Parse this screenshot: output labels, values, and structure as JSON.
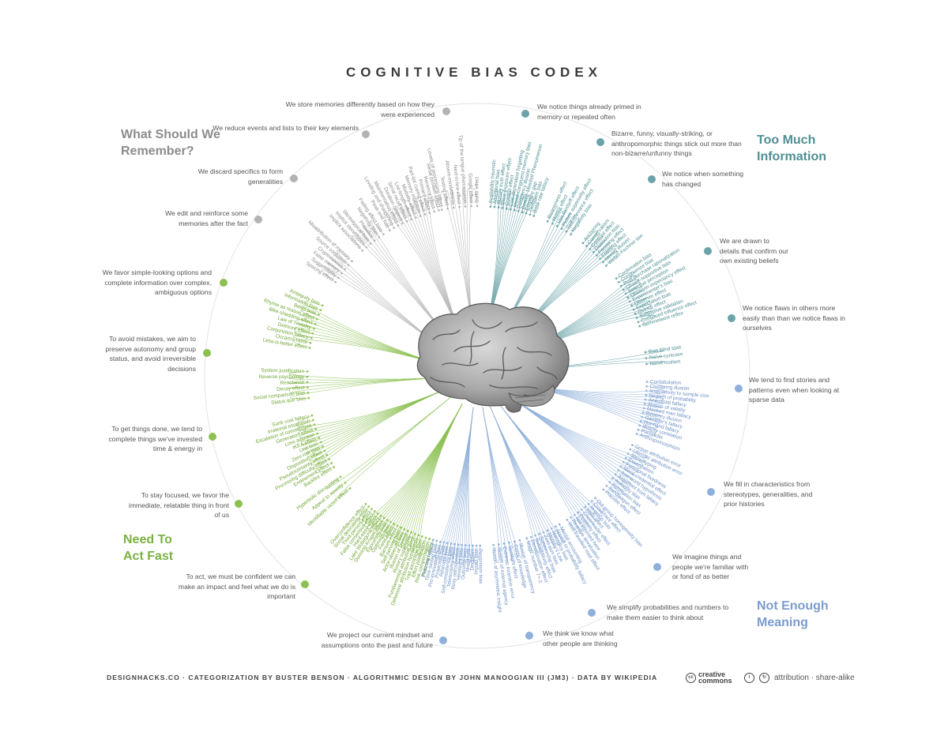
{
  "title": "COGNITIVE BIAS CODEX",
  "quadrants": {
    "remember": "What Should We Remember?",
    "info": "Too Much Information",
    "act": "Need To Act Fast",
    "meaning": "Not Enough Meaning"
  },
  "colors": {
    "remember": "#b3b3b3",
    "info": "#6aa3a8",
    "act": "#8cc152",
    "meaning": "#8fb0da",
    "title": "#3a3a3a"
  },
  "categories": {
    "c1": "We store memories differently based on how they were experienced",
    "c2": "We reduce events and lists to their key elements",
    "c3": "We discard specifics to form generalities",
    "c4": "We edit and reinforce some memories after the fact",
    "c5": "We favor simple-looking options and complete information over complex, ambiguous options",
    "c6": "To avoid mistakes, we aim to preserve autonomy and group status, and avoid irreversible decisions",
    "c7": "To get things done, we tend to complete things we've invested time & energy in",
    "c8": "To stay focused, we favor the immediate, relatable thing in front of us",
    "c9": "To act, we must be confident we can make an impact and feel what we do is important",
    "c10": "We project our current mindset and assumptions onto the past and future",
    "c11": "We think we know what other people are thinking",
    "c12": "We simplify probabilities and numbers to make them easier to think about",
    "c13": "We imagine things and people we're familiar with or fond of as better",
    "c14": "We fill in characteristics from stereotypes, generalities, and prior histories",
    "c15": "We tend to find stories and patterns even when looking at sparse data",
    "c16": "We notice flaws in others more easily than than we notice flaws in ourselves",
    "c17": "We are drawn to details that confirm our own existing beliefs",
    "c18": "We notice when something has changed",
    "c19": "Bizarre, funny, visually-striking, or anthropomorphic things stick out more than non-bizarre/unfunny things",
    "c20": "We notice things already primed in memory or repeated often"
  },
  "biases": {
    "b1": [
      "Levels of processing effect",
      "Testing effect",
      "Absent-mindedness",
      "Next-in-line effect",
      "Tip of the tongue phenomenon",
      "Google effect",
      "Suffix effect"
    ],
    "b2": [
      "Peak-end rule",
      "Leveling and sharpening",
      "Misinformation effect",
      "Duration neglect",
      "Serial recall effect",
      "List-length effect",
      "Modality effect",
      "Memory inhibition",
      "Part-list cueing effect",
      "Primacy effect",
      "Recency effect",
      "Serial position effect"
    ],
    "b3": [
      "Implicit associations",
      "Implicit stereotypes",
      "Stereotypical bias",
      "Prejudice",
      "Negativity bias",
      "Fading affect bias"
    ],
    "b4": [
      "Spacing effect",
      "Suggestibility",
      "False memory",
      "Cryptomnesia",
      "Source confusion",
      "Misattribution of memory"
    ],
    "b5": [
      "Less-is-better effect",
      "Occam's razor",
      "Conjunction fallacy",
      "Delmore effect",
      "Law of Triviality",
      "Bike-shedding effect",
      "Rhyme as reason effect",
      "Belief bias",
      "Information bias",
      "Ambiguity bias"
    ],
    "b6": [
      "Status quo bias",
      "Social comparison bias",
      "Decoy effect",
      "Reactance",
      "Reverse psychology",
      "System justification"
    ],
    "b7": [
      "Backfire effect",
      "Endowment effect",
      "Processing difficulty effect",
      "Pseudocertainty effect",
      "Disposition effect",
      "Zero-risk bias",
      "Unit bias",
      "IKEA effect",
      "Loss aversion",
      "Generation effect",
      "Escalation of commitment",
      "Irrational escalation",
      "Sunk cost fallacy"
    ],
    "b8": [
      "Identifiable victim effect",
      "Appeal to novelty",
      "Hyperbolic discounting"
    ],
    "b9": [
      "Peltzman effect",
      "Risk compensation",
      "Effort justification",
      "Trait ascription bias",
      "Defensive attribution hypothesis",
      "Fundamental attribution error",
      "Illusory superiority",
      "Illusion of control",
      "Actor-observer bias",
      "Self-serving bias",
      "Barnum effect",
      "Forer effect",
      "Optimism bias",
      "Egocentric bias",
      "Dunning-Kruger effect",
      "Lake Wobegone effect",
      "Hard-easy effect",
      "False consensus effect",
      "Third-person effect",
      "Social desirability bias",
      "Overconfidence effect"
    ],
    "b10": [
      "Pessimism bias",
      "Impact bias",
      "Declinism",
      "Moral luck",
      "Outcome bias",
      "Hindsight bias",
      "Rosy retrospection",
      "Telescoping effect",
      "Self-consistency bias",
      "Restraint bias",
      "Projection bias",
      "Pro-innovation bias",
      "Time-saving bias",
      "Planning fallacy"
    ],
    "b11": [
      "Illusion of transparency",
      "Curse of knowledge",
      "Spotlight effect",
      "Extrinsic incentive error",
      "Illusion of external agency",
      "Illusion of asymmetric insight"
    ],
    "b12": [
      "Mental accounting",
      "Appeal to probability fallacy",
      "Normalcy bias",
      "Murphy's Law",
      "Zero sum bias",
      "Survivorship bias",
      "Subadditivity effect",
      "Denomination effect",
      "Magic number 7+-2"
    ],
    "b13": [
      "Out-group homogeneity bias",
      "Cross-race effect",
      "In-group bias",
      "Halo effect",
      "Cheerleader effect",
      "Positivity effect",
      "Not invented here",
      "Reactive devaluation",
      "Well-travelled road effect"
    ],
    "b14": [
      "Group attribution error",
      "Ultimate attribution error",
      "Stereotyping",
      "Essentialism",
      "Functional fixedness",
      "Moral credential effect",
      "Just-world hypothesis",
      "Argument from fallacy",
      "Authority bias",
      "Automation bias",
      "Bandwagon effect",
      "Placebo effect"
    ],
    "b15": [
      "Confabulation",
      "Clustering illusion",
      "Insensitivity to sample size",
      "Neglect of probability",
      "Anecdotal fallacy",
      "Illusion of validity",
      "Masked man fallacy",
      "Recency illusion",
      "Gambler's fallacy",
      "Hot-hand fallacy",
      "Illusory correlation",
      "Pareidolia",
      "Anthropomorphism"
    ],
    "b16": [
      "Bias blind spot",
      "Naïve cynicism",
      "Naïve realism"
    ],
    "b17": [
      "Confirmation bias",
      "Congruence bias",
      "Post-purchase rationalization",
      "Choice-supportive bias",
      "Selective perception",
      "Observer-expectancy effect",
      "Experimenter's bias",
      "Observer effect",
      "Expectation bias",
      "Ostrich effect",
      "Subjective validation",
      "Continued influence effect",
      "Semmelweis reflex"
    ],
    "b18": [
      "Anchoring",
      "Conservatism",
      "Contrast effect",
      "Distinction bias",
      "Focusing effect",
      "Framing effect",
      "Money illusion",
      "Weber-Fechner law"
    ],
    "b19": [
      "Bizarreness effect",
      "Humor effect",
      "Von Restorff effect",
      "Picture superiority effect",
      "Self-relevance effect",
      "Negativity bias"
    ],
    "b20": [
      "Availability heuristic",
      "Attentional bias",
      "Illusory truth effect",
      "Mere exposure effect",
      "Context effect",
      "Cue-dependent forgetting",
      "Mood-congruent memory bias",
      "Frequency illusion",
      "Baader-Meinhof Phenomenon",
      "Empathy gap",
      "Omission bias",
      "Base rate fallacy"
    ]
  },
  "footer": "DESIGNHACKS.CO · CATEGORIZATION BY BUSTER BENSON · ALGORITHMIC DESIGN BY JOHN MANOOGIAN III (JM3) · DATA BY WIKIPEDIA",
  "license": {
    "logo_word": "creative commons",
    "text": "attribution · share-alike"
  }
}
